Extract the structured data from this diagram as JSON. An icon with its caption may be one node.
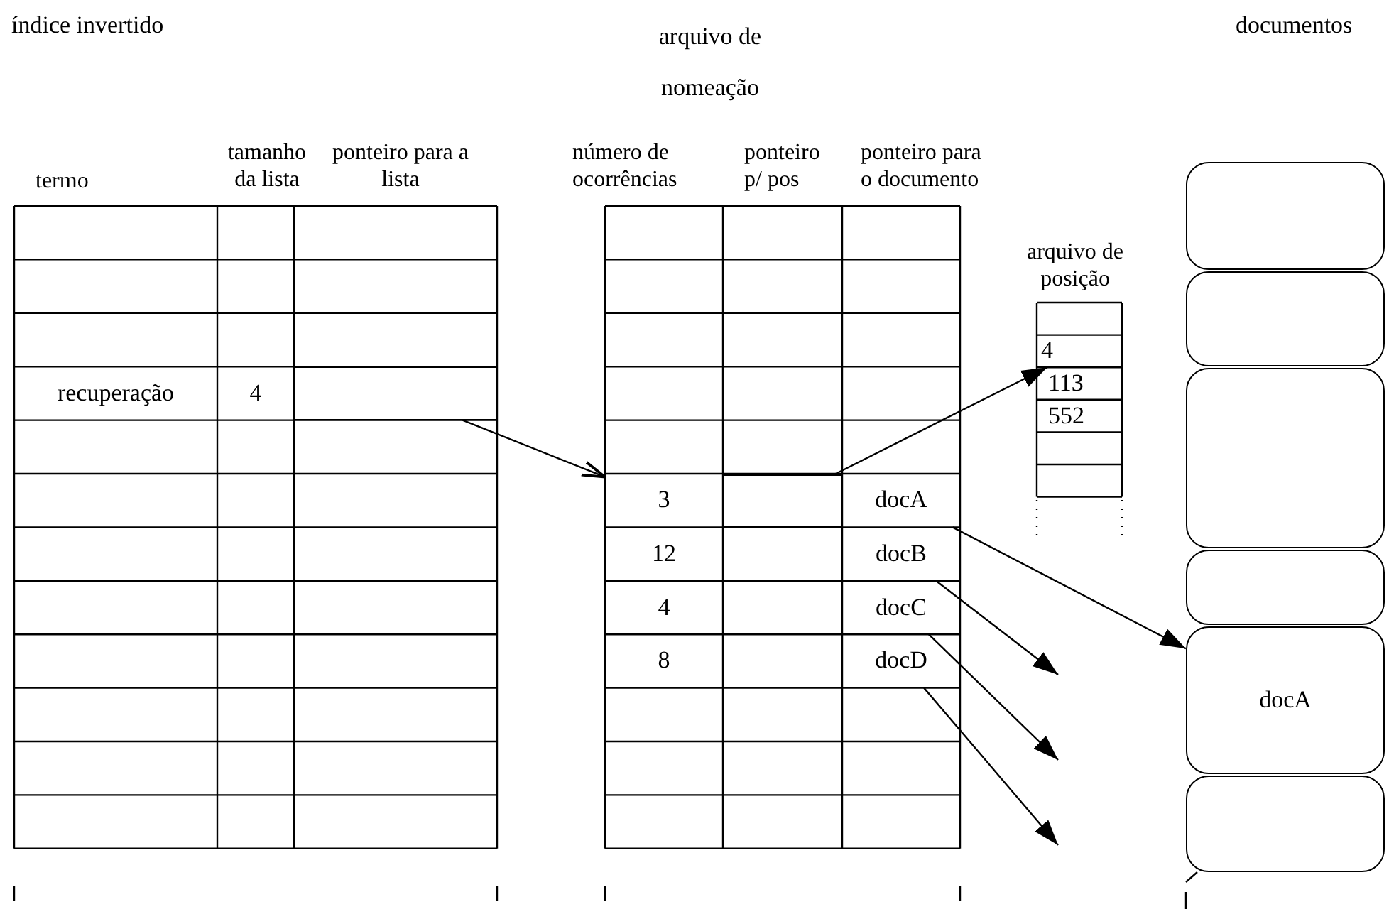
{
  "diagram": {
    "nodes": [
      {
        "text": [],
        "shape": "box"
      },
      {
        "text": [
          "3"
        ]
      },
      {
        "text": [],
        "shape": "box"
      },
      {
        "text": [
          "4"
        ]
      },
      {
        "text": [
          "docA"
        ]
      },
      {
        "text": [
          "docB"
        ]
      },
      {
        "text": [
          "docC"
        ]
      },
      {
        "text": [
          "docD"
        ]
      },
      {
        "text": [],
        "shape": "box"
      },
      {
        "text": [],
        "shape": "box"
      },
      {
        "text": [],
        "shape": "box"
      },
      {
        "text": [],
        "shape": "box"
      },
      {
        "text": [
          "docA"
        ]
      },
      {
        "text": [],
        "shape": "box"
      }
    ],
    "edges": [
      {
        "from": 0,
        "to": 1,
        "arrow": "to"
      },
      {
        "from": 2,
        "to": 3,
        "arrow": "to"
      },
      {
        "from": 4,
        "to": 12,
        "arrow": "to"
      },
      {
        "from": 5,
        "to": null,
        "arrow": "to"
      },
      {
        "from": 6,
        "to": null,
        "arrow": "to"
      },
      {
        "from": 7,
        "to": null,
        "arrow": "to"
      }
    ],
    "labels": [
      "índice invertido",
      "arquivo de nomeação",
      "documentos",
      "termo",
      "tamanho da lista",
      "ponteiro para a lista",
      "número de ocorrências",
      "ponteiro p/ pos",
      "ponteiro para o documento",
      "arquivo de posição",
      "recuperação",
      "4",
      "12",
      "4",
      "8",
      "113",
      "552"
    ]
  }
}
